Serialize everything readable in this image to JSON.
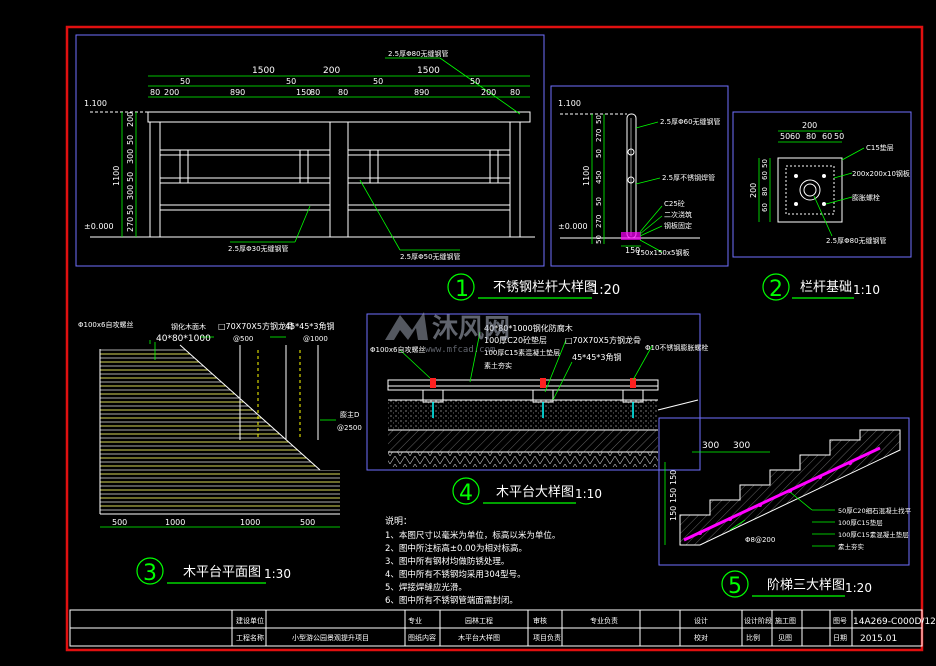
{
  "drawing": {
    "detail1": {
      "number": "1",
      "title": "不锈钢栏杆大样图",
      "scale": "1:20",
      "dims_top": [
        "1500",
        "200",
        "1500"
      ],
      "dims_row2": [
        "50",
        "50",
        "50",
        "50"
      ],
      "dims_row3": [
        "80",
        "200",
        "890",
        "150",
        "80",
        "80",
        "890",
        "200",
        "80"
      ],
      "dims_left": [
        "200",
        "50",
        "300",
        "50",
        "300",
        "50",
        "270"
      ],
      "height_total": "1100",
      "elev_top": "1.100",
      "elev_base": "±0.000",
      "callout_top": "2.5厚Φ80无缝钢管",
      "callout_bottom_left": "2.5厚Φ30无缝钢管",
      "callout_bottom_right": "2.5厚Φ50无缝钢管"
    },
    "detail_side": {
      "elev_top": "1.100",
      "elev_base": "±0.000",
      "height_total": "1100",
      "dims_left": [
        "50",
        "270",
        "50",
        "450",
        "50",
        "270"
      ],
      "dim_base": "50",
      "callouts": [
        "2.5厚Φ60无缝钢管",
        "2.5厚不锈钢焊管",
        "C25砼",
        "二次浇筑",
        "钢板固定"
      ],
      "dim_bottom": "150",
      "plate": "150x150x5钢板"
    },
    "detail2": {
      "number": "2",
      "title": "栏杆基础",
      "scale": "1:10",
      "dim_top": "200",
      "dims_row": [
        "50",
        "60",
        "80",
        "60",
        "50"
      ],
      "dims_left": [
        "200",
        "50",
        "60",
        "80",
        "60"
      ],
      "callouts": [
        "C15垫层",
        "200x200x10钢板",
        "膨胀螺栓",
        "2.5厚Φ80无缝钢管"
      ]
    },
    "detail3": {
      "number": "3",
      "title": "木平台平面图",
      "scale": "1:30",
      "callouts": [
        "Φ100x6自攻螺丝",
        "40*80*1000",
        "钢化木面木",
        "□70X70X5方钢龙骨",
        "@500",
        "45*45*3角钢",
        "@1000",
        "膨主D",
        "@2500"
      ],
      "dims_bottom": [
        "500",
        "1000",
        "1000",
        "500"
      ]
    },
    "detail4": {
      "number": "4",
      "title": "木平台大样图",
      "scale": "1:10",
      "callouts": [
        "Φ100x6自攻螺丝",
        "40*80*1000钢化防腐木",
        "100厚C20砼垫层",
        "□70X70X5方钢龙骨",
        "100厚C15素混凝土垫层",
        "45*45*3角钢",
        "Φ10不锈钢膨胀螺栓",
        "素土夯实"
      ]
    },
    "detail5": {
      "number": "5",
      "title": "阶梯三大样图",
      "scale": "1:20",
      "dims_top": [
        "300",
        "300"
      ],
      "dims_left": [
        "150",
        "150",
        "150"
      ],
      "callouts": [
        "50厚C20细石混凝土找平",
        "100厚C15垫层",
        "100厚C15素混凝土垫层",
        "素土夯实",
        "Φ8@200"
      ]
    },
    "notes": {
      "heading": "说明：",
      "items": [
        "1、本图尺寸以毫米为单位，标高以米为单位。",
        "2、图中所注标高±0.00为相对标高。",
        "3、图中所有钢材均做防锈处理。",
        "4、图中所有不锈钢均采用304型号。",
        "5、焊接焊缝应光滑。",
        "6、图中所有不锈钢管端面需封闭。"
      ]
    },
    "title_block": {
      "row1": [
        "建设单位",
        "专业",
        "园林工程",
        "审核",
        "专业负责",
        "设计",
        "设计阶段",
        "施工图",
        "图号",
        "14A269-C000D/12"
      ],
      "row2": [
        "工程名称",
        "小型游公园景观提升项目",
        "图纸内容",
        "木平台大样图",
        "项目负责",
        "校对",
        "比例",
        "见图",
        "日期",
        "2015.01"
      ]
    },
    "watermark": {
      "brand": "沐风网",
      "url": "www.mfcad.com"
    },
    "colors": {
      "frame": "#e01010",
      "line": "#ffffff",
      "green": "#00ff00",
      "magenta": "#ff00ff",
      "yellow": "#ffff00",
      "cyan": "#00ffff",
      "panel_border": "#7070ff"
    }
  }
}
